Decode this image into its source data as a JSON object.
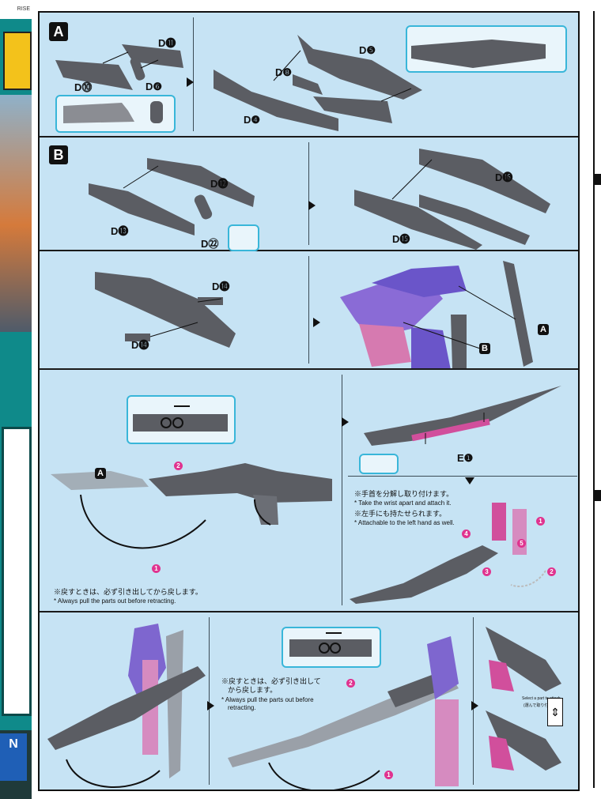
{
  "left_strip": {
    "top_text": "RISE"
  },
  "sections": [
    {
      "letter": "A",
      "labels": [
        "D⓫",
        "D⓾",
        "D❻",
        "D❺",
        "D❽",
        "D❹"
      ]
    },
    {
      "letter": "B",
      "labels": [
        "D⓬",
        "D⓭",
        "D㉒",
        "D⓰",
        "D⓯"
      ]
    },
    {
      "labels": [
        "D⓮",
        "D⓮"
      ],
      "callouts": [
        "A",
        "B"
      ]
    },
    {
      "callouts": [
        "A"
      ],
      "labels": [
        "E❶"
      ],
      "notes": [
        "※戻すときは、必ず引き出してから戻します。",
        "* Always pull the parts out before retracting.",
        "※手首を分解し取り付けます。",
        "* Take the wrist apart and attach it.",
        "※左手にも持たせられます。",
        "* Attachable to the left hand as well."
      ],
      "steps": [
        "2",
        "1",
        "1",
        "2",
        "3",
        "4",
        "5"
      ]
    },
    {
      "notes": [
        "※戻すときは、必ず引き出して",
        "から戻します。",
        "* Always pull the parts out before",
        "retracting.",
        "Select a part to attach.",
        "(選んで取り付ける)"
      ],
      "steps": [
        "2",
        "1"
      ]
    }
  ],
  "colors": {
    "panel": "#c6e3f4",
    "part": "#5b5d63",
    "accent": "#e0338f",
    "inset_border": "#39b6d9"
  }
}
